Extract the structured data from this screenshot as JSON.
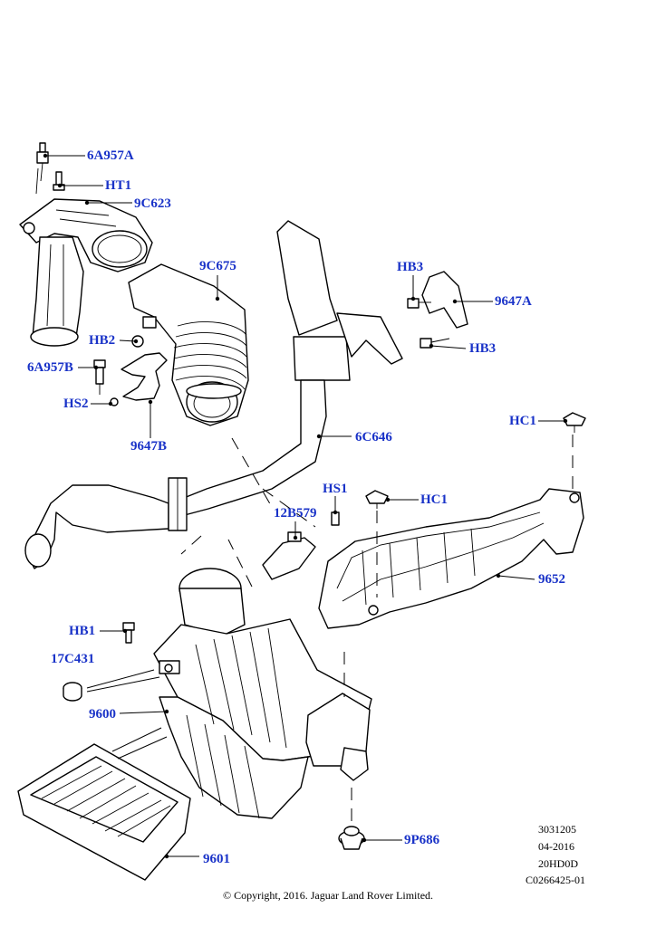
{
  "callouts": {
    "c6A957A": "6A957A",
    "cHT1": "HT1",
    "c9C623": "9C623",
    "c9C675": "9C675",
    "cHB3a": "HB3",
    "c9647A": "9647A",
    "cHB3b": "HB3",
    "cHB2": "HB2",
    "c6A957B": "6A957B",
    "cHS2": "HS2",
    "c9647B": "9647B",
    "c6C646": "6C646",
    "cHC1a": "HC1",
    "cHS1": "HS1",
    "cHC1b": "HC1",
    "c12B579": "12B579",
    "c9652": "9652",
    "cHB1": "HB1",
    "c17C431": "17C431",
    "c9600": "9600",
    "c9601": "9601",
    "c9P686": "9P686"
  },
  "meta": {
    "ref1": "3031205",
    "ref2": "04-2016",
    "ref3": "20HD0D",
    "ref4": "C0266425-01"
  },
  "copyright": "© Copyright, 2016. Jaguar Land Rover Limited.",
  "colors": {
    "callout": "#1a33c8",
    "line": "#000000",
    "background": "#ffffff"
  }
}
